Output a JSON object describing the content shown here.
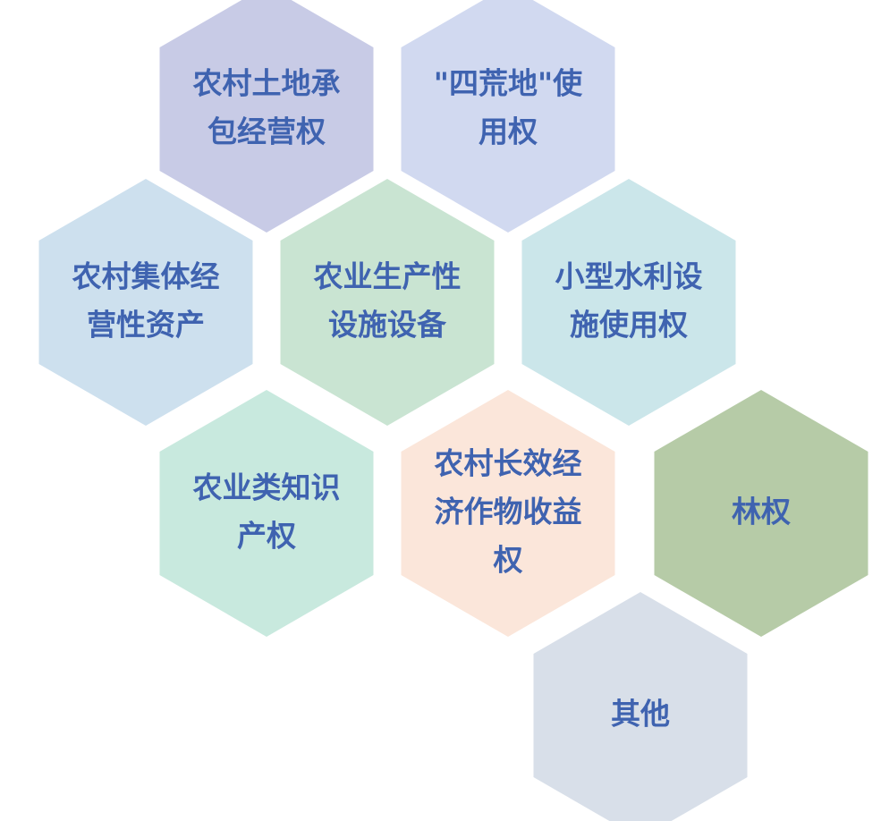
{
  "hexagons": [
    {
      "id": "land-contract",
      "lines": [
        "农村土地承",
        "包经营权"
      ],
      "color": "#c8cbe6"
    },
    {
      "id": "four-wasteland",
      "lines": [
        "\"四荒地\"使",
        "用权"
      ],
      "color": "#d1d9f0"
    },
    {
      "id": "collective-assets",
      "lines": [
        "农村集体经",
        "营性资产"
      ],
      "color": "#cde0ee"
    },
    {
      "id": "agri-facilities",
      "lines": [
        "农业生产性",
        "设施设备"
      ],
      "color": "#c9e4d2"
    },
    {
      "id": "water-facilities",
      "lines": [
        "小型水利设",
        "施使用权"
      ],
      "color": "#cbe6ea"
    },
    {
      "id": "agri-ip",
      "lines": [
        "农业类知识",
        "产权"
      ],
      "color": "#c8e9de"
    },
    {
      "id": "cash-crops",
      "lines": [
        "农村长效经",
        "济作物收益",
        "权"
      ],
      "color": "#fbe6da"
    },
    {
      "id": "forest-rights",
      "lines": [
        "林权"
      ],
      "color": "#b6cba7"
    },
    {
      "id": "other",
      "lines": [
        "其他"
      ],
      "color": "#d8dfe9"
    }
  ]
}
